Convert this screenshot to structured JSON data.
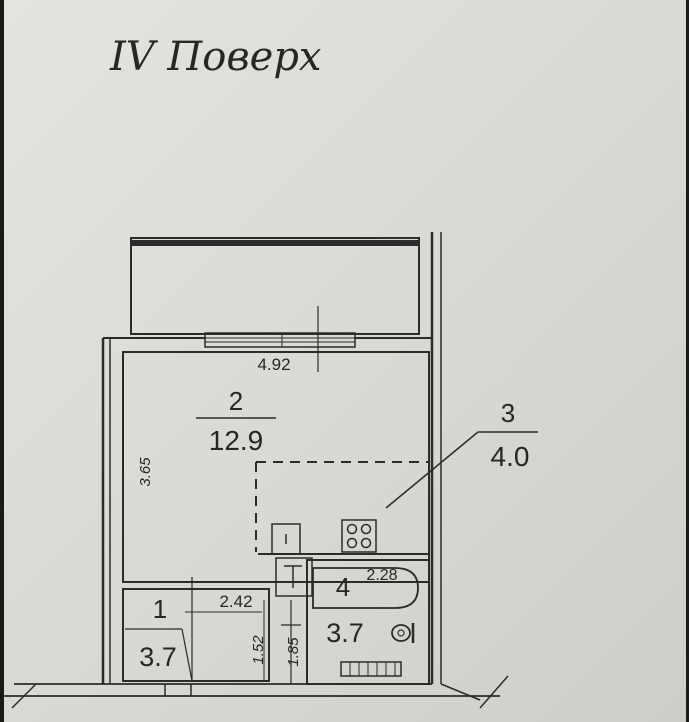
{
  "plan": {
    "floor_title": "IV Поверх",
    "balcony_dimension": "4.92",
    "rooms": [
      {
        "number": "1",
        "area": "3.7"
      },
      {
        "number": "2",
        "area": "12.9"
      },
      {
        "number": "3",
        "area": "4.0"
      },
      {
        "number": "4",
        "area": "3.7"
      }
    ],
    "dimensions": {
      "room2_height": "3.65",
      "hall_width": "2.42",
      "hall_depth": "1.52",
      "bath_depth": "1.85",
      "bath_width": "2.28"
    }
  }
}
